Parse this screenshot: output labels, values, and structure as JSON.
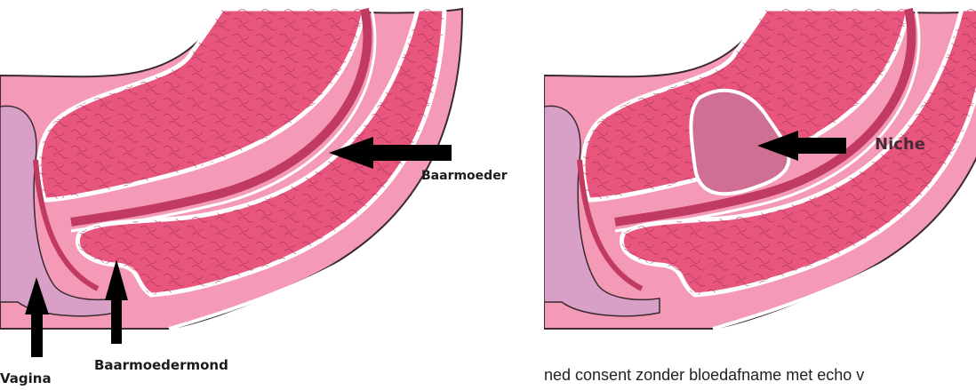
{
  "labels": {
    "baarmoeder": "Baarmoeder",
    "baarmoedermond": "Baarmoedermond",
    "vagina": "Vagina",
    "niche": "Niche"
  },
  "caption": "ned consent zonder bloedafname met echo v",
  "colors": {
    "outer_tissue": "#f59ab6",
    "inner_tissue": "#e8567e",
    "cavity": "#c03a62",
    "niche": "#cf6f93",
    "outline": "#ffffff",
    "edge": "#3a2a30",
    "arrow": "#000000"
  }
}
